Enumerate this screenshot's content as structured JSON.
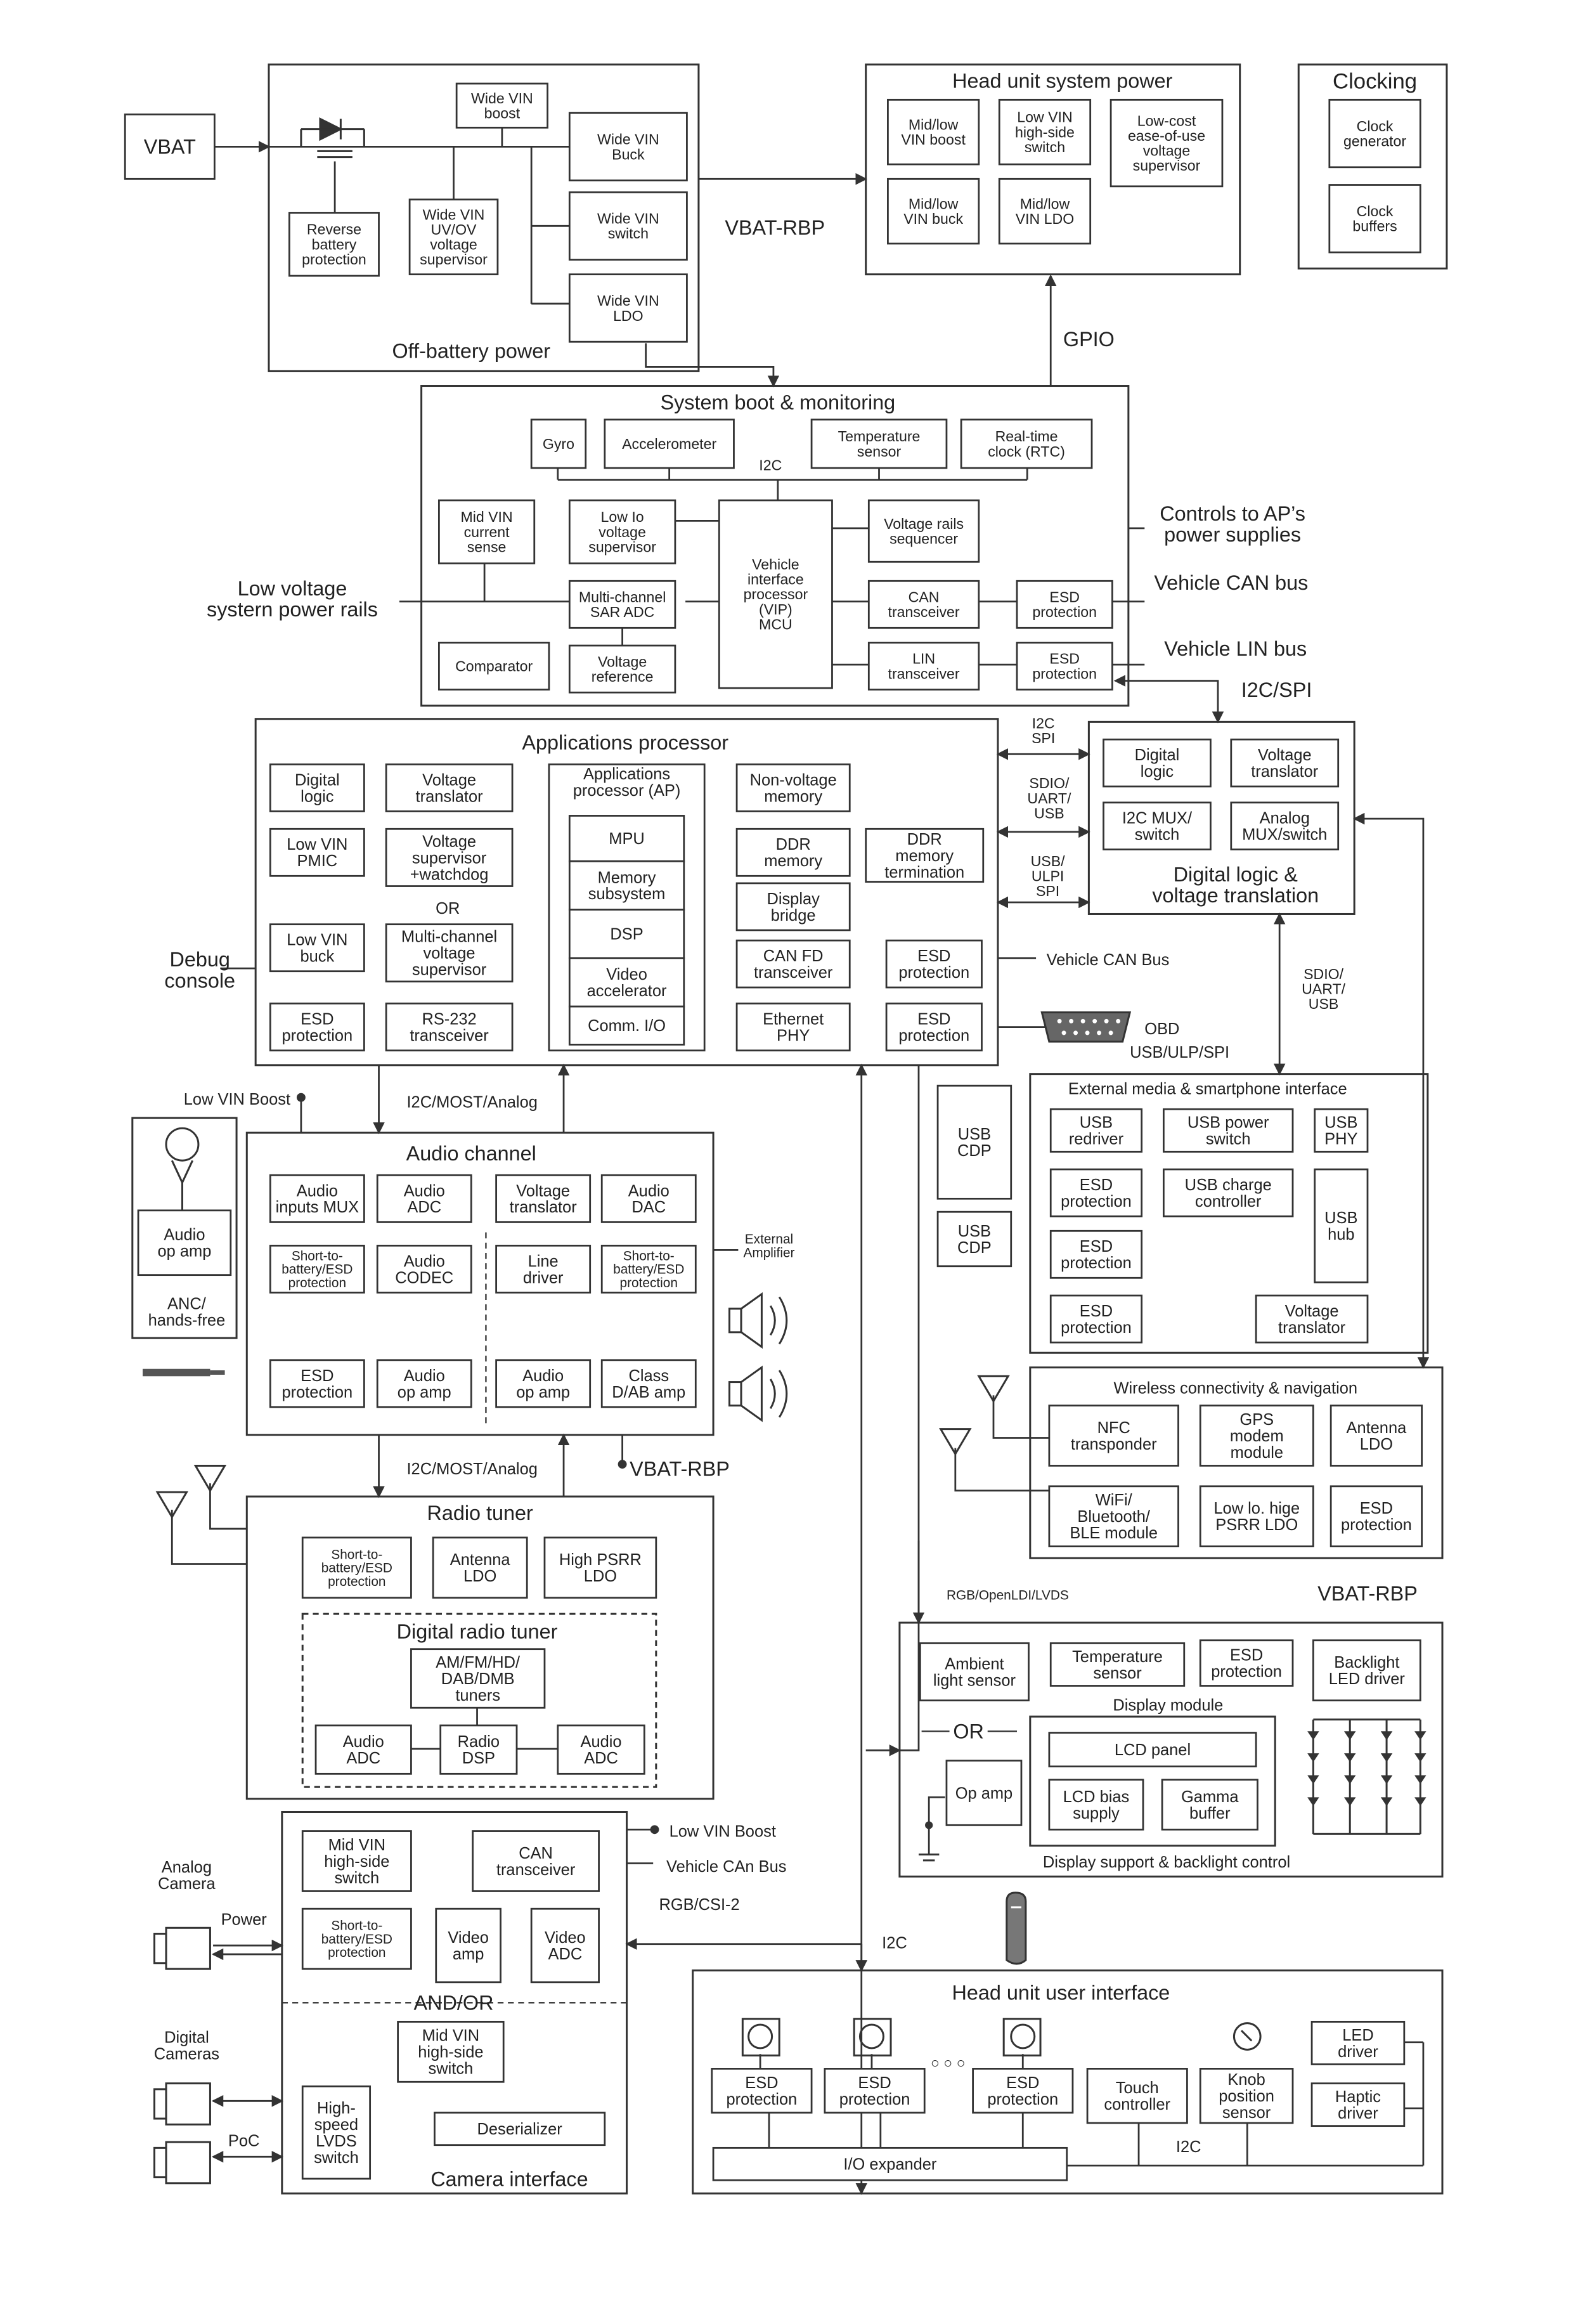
{
  "sections": {
    "off_battery": "Off-battery power",
    "head_unit_power": "Head unit system power",
    "clocking": "Clocking",
    "system_boot": "System boot & monitoring",
    "apps_processor": "Applications processor",
    "digital_logic": [
      "Digital logic &",
      "voltage translation"
    ],
    "audio_channel": "Audio channel",
    "radio_tuner": "Radio tuner",
    "digital_radio_tuner": "Digital radio tuner",
    "camera_interface": "Camera interface",
    "external_media": "External media & smartphone interface",
    "wireless": "Wireless connectivity & navigation",
    "display_module": "Display module",
    "display_support": "Display support & backlight control",
    "head_unit_ui": "Head unit user interface"
  },
  "blocks": {
    "vbat": [
      "VBAT"
    ],
    "wide_vin_boost": [
      "Wide VIN",
      "boost"
    ],
    "wide_vin_buck": [
      "Wide VIN",
      "Buck"
    ],
    "reverse_battery": [
      "Reverse",
      "battery",
      "protection"
    ],
    "uv_ov_supervisor": [
      "Wide VIN",
      "UV/OV",
      "voltage",
      "supervisor"
    ],
    "wide_vin_switch": [
      "Wide VIN",
      "switch"
    ],
    "wide_vin_ldo": [
      "Wide VIN",
      "LDO"
    ],
    "midlow_boost": [
      "Mid/low",
      "VIN boost"
    ],
    "low_vin_hs_switch": [
      "Low VIN",
      "high-side",
      "switch"
    ],
    "low_cost_supervisor": [
      "Low-cost",
      "ease-of-use",
      "voltage",
      "supervisor"
    ],
    "midlow_buck": [
      "Mid/low",
      "VIN buck"
    ],
    "midlow_ldo": [
      "Mid/low",
      "VIN LDO"
    ],
    "clock_generator": [
      "Clock",
      "generator"
    ],
    "clock_buffers": [
      "Clock",
      "buffers"
    ],
    "gyro": [
      "Gyro"
    ],
    "accelerometer": [
      "Accelerometer"
    ],
    "temperature_sensor": [
      "Temperature",
      "sensor"
    ],
    "rtc": [
      "Real-time",
      "clock (RTC)"
    ],
    "mid_vin_current_sense": [
      "Mid VIN",
      "current",
      "sense"
    ],
    "low_io_supervisor": [
      "Low Io",
      "voltage",
      "supervisor"
    ],
    "vip_mcu": [
      "Vehicle",
      "interface",
      "processor",
      "(VIP)",
      "MCU"
    ],
    "voltage_rails_sequencer": [
      "Voltage rails",
      "sequencer"
    ],
    "sar_adc": [
      "Multi-channel",
      "SAR ADC"
    ],
    "can_transceiver": [
      "CAN",
      "transceiver"
    ],
    "esd_can": [
      "ESD",
      "protection"
    ],
    "comparator": [
      "Comparator"
    ],
    "voltage_reference": [
      "Voltage",
      "reference"
    ],
    "lin_transceiver": [
      "LIN",
      "transceiver"
    ],
    "esd_lin": [
      "ESD",
      "protection"
    ],
    "ap_digital_logic": [
      "Digital",
      "logic"
    ],
    "ap_voltage_translator": [
      "Voltage",
      "translator"
    ],
    "low_vin_pmic": [
      "Low VIN",
      "PMIC"
    ],
    "supervisor_watchdog": [
      "Voltage",
      "supervisor",
      "+watchdog"
    ],
    "low_vin_buck": [
      "Low VIN",
      "buck"
    ],
    "multi_ch_supervisor": [
      "Multi-channel",
      "voltage",
      "supervisor"
    ],
    "ap_esd": [
      "ESD",
      "protection"
    ],
    "rs232": [
      "RS-232",
      "transceiver"
    ],
    "ap_core": [
      "Applications",
      "processor (AP)"
    ],
    "mpu": [
      "MPU"
    ],
    "memory_subsystem": [
      "Memory",
      "subsystem"
    ],
    "dsp": [
      "DSP"
    ],
    "video_accelerator": [
      "Video",
      "accelerator"
    ],
    "comm_io": [
      "Comm. I/O"
    ],
    "non_volatile_memory": [
      "Non-voltage",
      "memory"
    ],
    "ddr_memory": [
      "DDR",
      "memory"
    ],
    "ddr_termination": [
      "DDR",
      "memory",
      "termination"
    ],
    "display_bridge": [
      "Display",
      "bridge"
    ],
    "can_fd": [
      "CAN FD",
      "transceiver"
    ],
    "esd_can_fd": [
      "ESD",
      "protection"
    ],
    "ethernet_phy": [
      "Ethernet",
      "PHY"
    ],
    "esd_ethernet": [
      "ESD",
      "protection"
    ],
    "dl_digital_logic": [
      "Digital",
      "logic"
    ],
    "dl_voltage_translator": [
      "Voltage",
      "translator"
    ],
    "i2c_mux": [
      "I2C MUX/",
      "switch"
    ],
    "analog_mux": [
      "Analog",
      "MUX/switch"
    ],
    "audio_inputs_mux": [
      "Audio",
      "inputs MUX"
    ],
    "audio_adc": [
      "Audio",
      "ADC"
    ],
    "audio_voltage_translator": [
      "Voltage",
      "translator"
    ],
    "audio_dac": [
      "Audio",
      "DAC"
    ],
    "audio_stb_esd_1": [
      "Short-to-",
      "battery/ESD",
      "protection"
    ],
    "audio_codec": [
      "Audio",
      "CODEC"
    ],
    "line_driver": [
      "Line",
      "driver"
    ],
    "audio_stb_esd_2": [
      "Short-to-",
      "battery/ESD",
      "protection"
    ],
    "audio_esd": [
      "ESD",
      "protection"
    ],
    "audio_op_amp_1": [
      "Audio",
      "op amp"
    ],
    "audio_op_amp_2": [
      "Audio",
      "op amp"
    ],
    "class_d_amp": [
      "Class",
      "D/AB amp"
    ],
    "anc_op_amp": [
      "Audio",
      "op amp"
    ],
    "radio_stb_esd": [
      "Short-to-",
      "battery/ESD",
      "protection"
    ],
    "antenna_ldo_radio": [
      "Antenna",
      "LDO"
    ],
    "high_psrr_ldo": [
      "High PSRR",
      "LDO"
    ],
    "am_fm_tuners": [
      "AM/FM/HD/",
      "DAB/DMB",
      "tuners"
    ],
    "radio_audio_adc_1": [
      "Audio",
      "ADC"
    ],
    "radio_dsp": [
      "Radio",
      "DSP"
    ],
    "radio_audio_adc_2": [
      "Audio",
      "ADC"
    ],
    "cam_mid_vin_switch": [
      "Mid VIN",
      "high-side",
      "switch"
    ],
    "cam_can_transceiver": [
      "CAN",
      "transceiver"
    ],
    "cam_stb_esd": [
      "Short-to-",
      "battery/ESD",
      "protection"
    ],
    "video_amp": [
      "Video",
      "amp"
    ],
    "video_adc": [
      "Video",
      "ADC"
    ],
    "cam_mid_vin_switch_2": [
      "Mid VIN",
      "high-side",
      "switch"
    ],
    "lvds_switch": [
      "High-",
      "speed",
      "LVDS",
      "switch"
    ],
    "deserializer": [
      "Deserializer"
    ],
    "usb_cdp_1": [
      "USB",
      "CDP"
    ],
    "usb_cdp_2": [
      "USB",
      "CDP"
    ],
    "usb_redriver": [
      "USB",
      "redriver"
    ],
    "usb_power_switch": [
      "USB power",
      "switch"
    ],
    "usb_phy": [
      "USB",
      "PHY"
    ],
    "em_esd_1": [
      "ESD",
      "protection"
    ],
    "usb_charge_controller": [
      "USB charge",
      "controller"
    ],
    "usb_hub": [
      "USB",
      "hub"
    ],
    "em_esd_2": [
      "ESD",
      "protection"
    ],
    "em_esd_3": [
      "ESD",
      "protection"
    ],
    "em_voltage_translator": [
      "Voltage",
      "translator"
    ],
    "nfc": [
      "NFC",
      "transponder"
    ],
    "gps": [
      "GPS",
      "modem",
      "module"
    ],
    "wl_antenna_ldo": [
      "Antenna",
      "LDO"
    ],
    "wifi_bt": [
      "WiFi/",
      "Bluetooth/",
      "BLE module"
    ],
    "low_io_psrr_ldo": [
      "Low lo. hige",
      "PSRR LDO"
    ],
    "wl_esd": [
      "ESD",
      "protection"
    ],
    "ambient_light": [
      "Ambient",
      "light sensor"
    ],
    "disp_temp_sensor": [
      "Temperature",
      "sensor"
    ],
    "disp_esd": [
      "ESD",
      "protection"
    ],
    "backlight_driver": [
      "Backlight",
      "LED driver"
    ],
    "lcd_panel": [
      "LCD panel"
    ],
    "lcd_bias": [
      "LCD bias",
      "supply"
    ],
    "gamma_buffer": [
      "Gamma",
      "buffer"
    ],
    "disp_op_amp": [
      "Op amp"
    ],
    "ui_esd_1": [
      "ESD",
      "protection"
    ],
    "ui_esd_2": [
      "ESD",
      "protection"
    ],
    "ui_esd_3": [
      "ESD",
      "protection"
    ],
    "touch_controller": [
      "Touch",
      "controller"
    ],
    "knob_sensor": [
      "Knob",
      "position",
      "sensor"
    ],
    "led_driver": [
      "LED",
      "driver"
    ],
    "haptic_driver": [
      "Haptic",
      "driver"
    ],
    "io_expander": [
      "I/O expander"
    ]
  },
  "labels": {
    "vbat_rbp_top": "VBAT-RBP",
    "gpio": "GPIO",
    "i2c_boot": "I2C",
    "controls_ap": [
      "Controls to AP’s",
      "power supplies"
    ],
    "vehicle_can_bus": "Vehicle CAN bus",
    "vehicle_lin_bus": "Vehicle LIN bus",
    "low_voltage_rails": [
      "Low voltage",
      "systern power rails"
    ],
    "i2c_spi": "I2C/SPI",
    "i2c_spi_link": [
      "I2C",
      "SPI"
    ],
    "sdio_uart_usb_link": [
      "SDIO/",
      "UART/",
      "USB"
    ],
    "usb_ulpi_spi_link": [
      "USB/",
      "ULPI",
      "SPI"
    ],
    "sdio_uart_usb_side": [
      "SDIO/",
      "UART/",
      "USB"
    ],
    "or_ap": "OR",
    "debug_console": [
      "Debug",
      "console"
    ],
    "vehicle_can_bus_ap": "Vehicle CAN Bus",
    "obd": "OBD",
    "usb_ulp_spi": "USB/ULP/SPI",
    "low_vin_boost_audio": "Low VIN Boost",
    "i2c_most_analog_1": "I2C/MOST/Analog",
    "external_amplifier": [
      "External",
      "Amplifier"
    ],
    "anc_hands_free": [
      "ANC/",
      "hands-free"
    ],
    "i2c_most_analog_2": "I2C/MOST/Analog",
    "vbat_rbp_radio": "VBAT-RBP",
    "vbat_rbp_right": "VBAT-RBP",
    "rgb_openldi_lvds": "RGB/OpenLDI/LVDS",
    "or_display": "OR",
    "low_vin_boost_cam": "Low VIN Boost",
    "vehicle_can_bus_cam": "Vehicle CAn Bus",
    "rgb_csi2": "RGB/CSI-2",
    "i2c_cam": "I2C",
    "and_or": "AND/OR",
    "analog_camera": [
      "Analog",
      "Camera"
    ],
    "power": "Power",
    "digital_cameras": [
      "Digital",
      "Cameras"
    ],
    "poc": "PoC",
    "i2c_ui": "I2C",
    "dots": "○ ○ ○"
  }
}
